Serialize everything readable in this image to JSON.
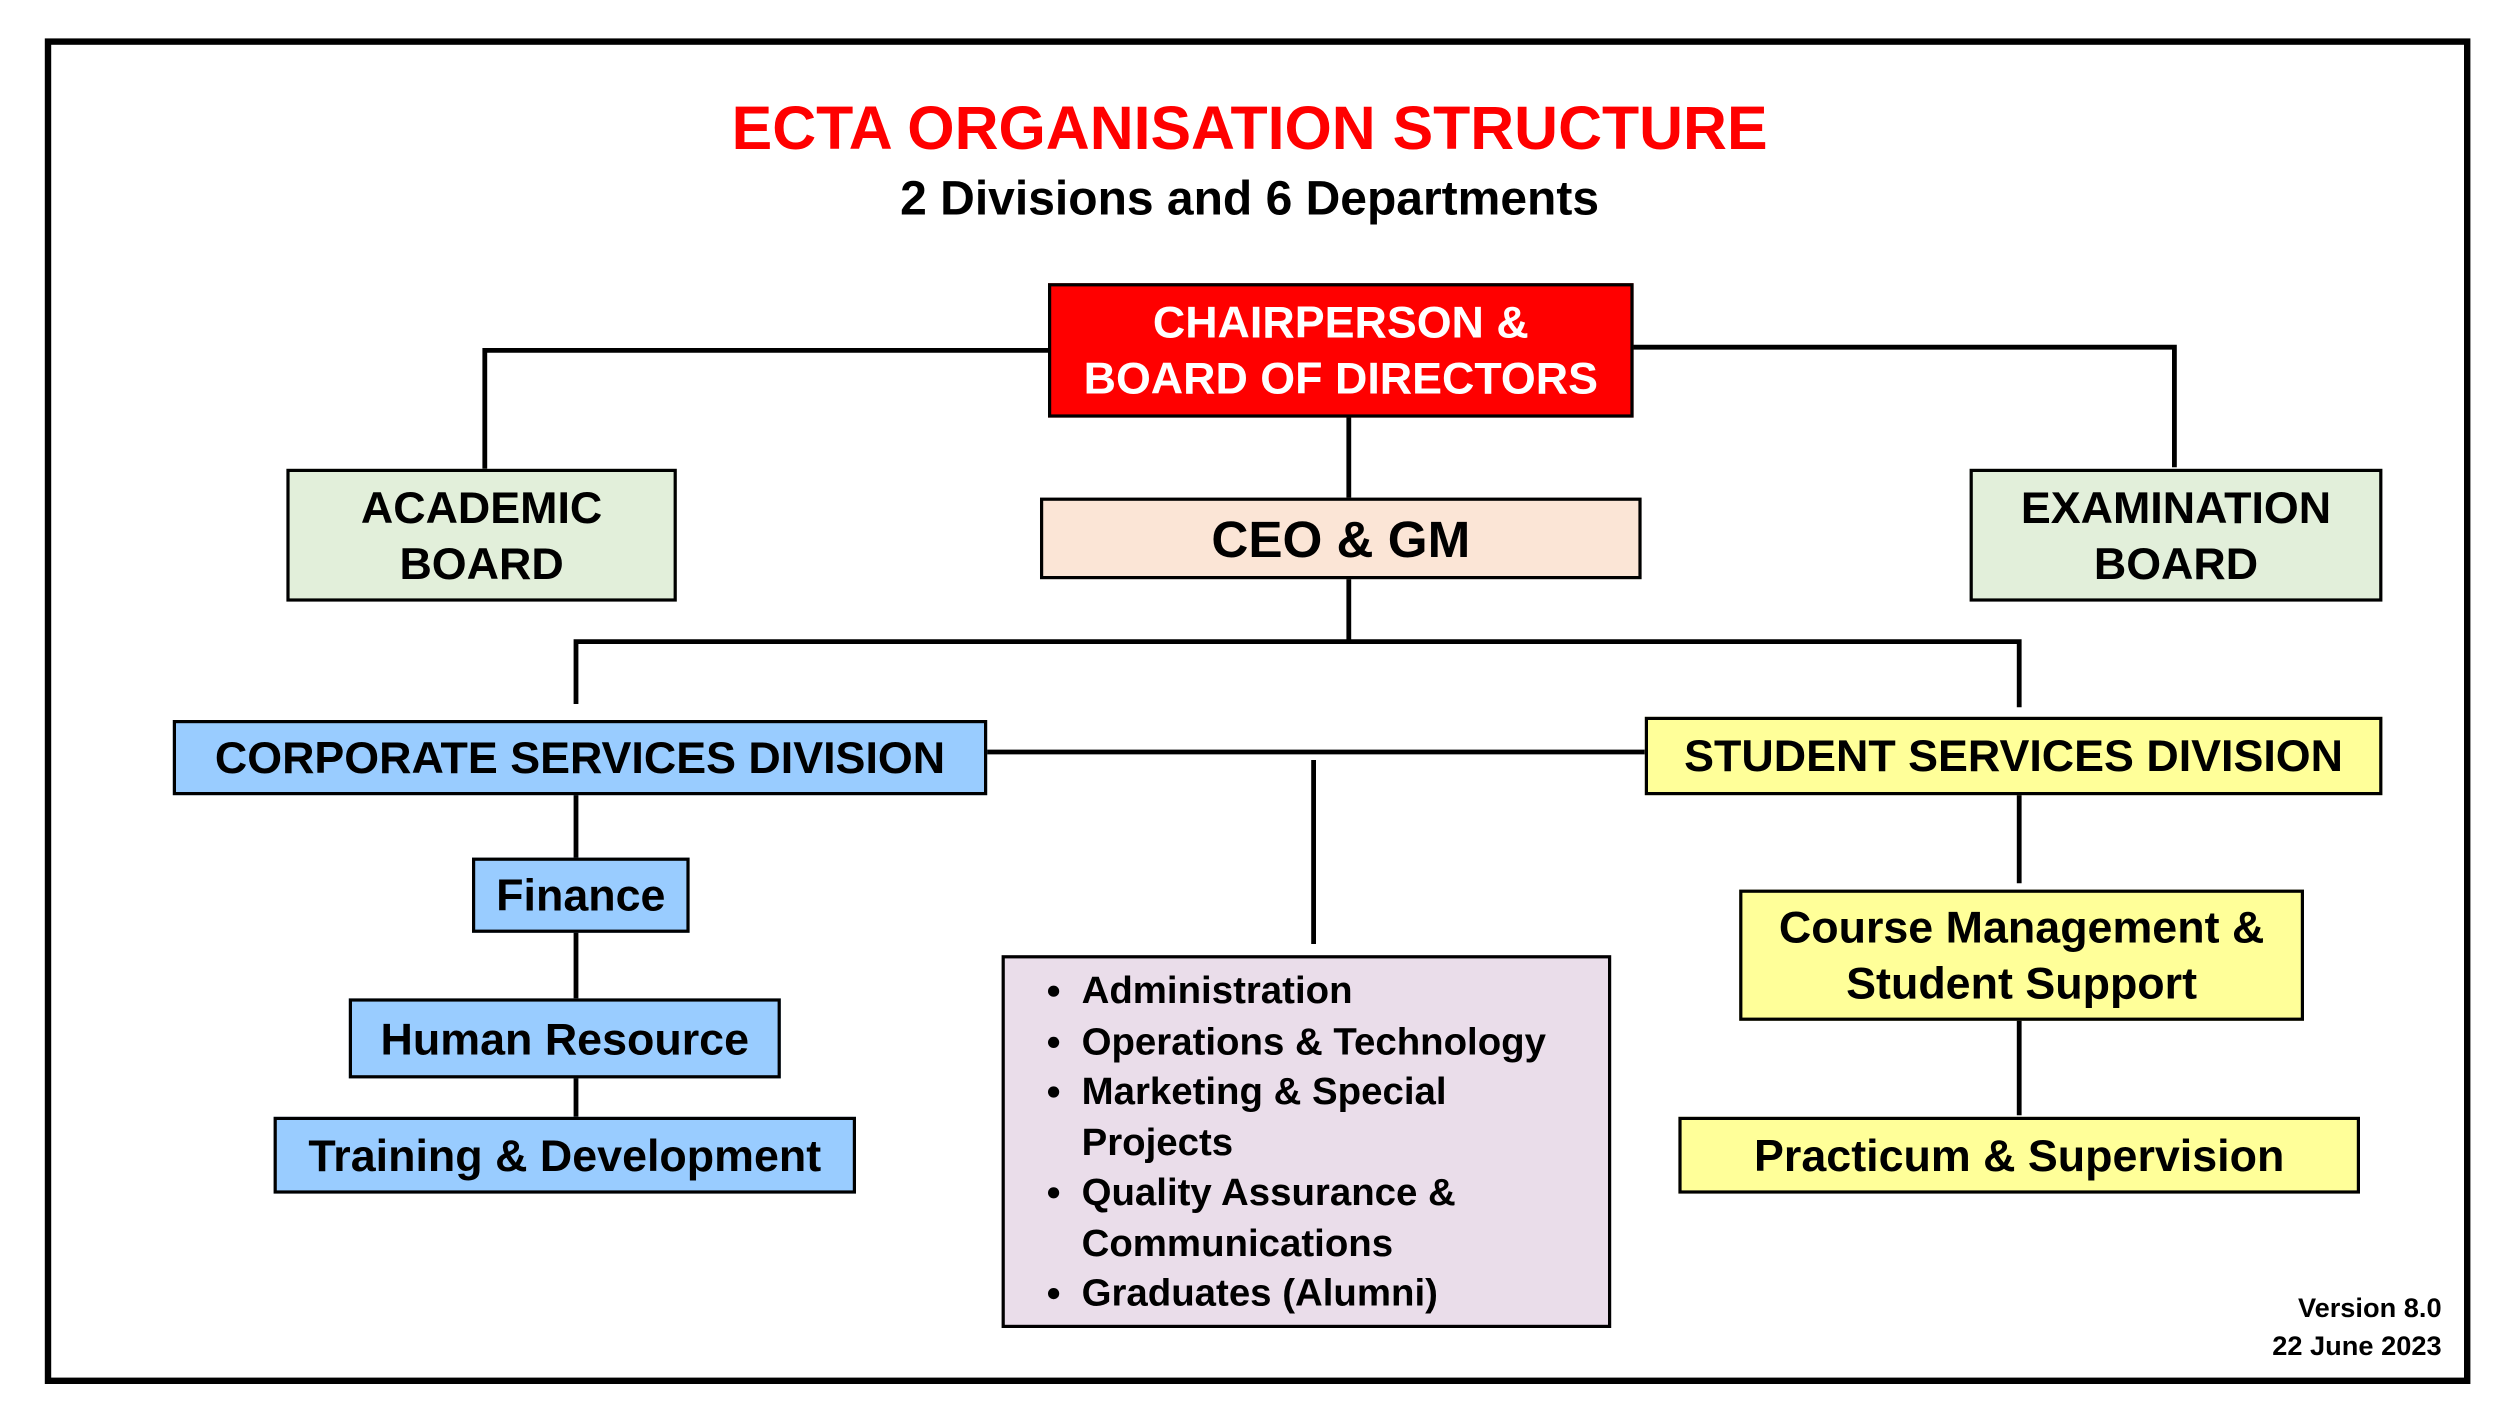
{
  "title": "ECTA ORGANISATION STRUCTURE",
  "subtitle": "2 Divisions and 6 Departments",
  "colors": {
    "title": "#FF0000",
    "chair": "#FF0000",
    "boards": "#E2EFDA",
    "ceo": "#FBE5D6",
    "corporate": "#99CCFF",
    "student": "#FFFF99",
    "shared": "#EADDEA"
  },
  "chair": {
    "line1": "CHAIRPERSON &",
    "line2": "BOARD OF DIRECTORS"
  },
  "academic_board": {
    "line1": "ACADEMIC",
    "line2": "BOARD"
  },
  "examination_board": {
    "line1": "EXAMINATION",
    "line2": "BOARD"
  },
  "ceo": "CEO & GM",
  "corporate": {
    "title": "CORPORATE SERVICES DIVISION",
    "departments": [
      "Finance",
      "Human Resource",
      "Training & Development"
    ]
  },
  "student": {
    "title": "STUDENT SERVICES DIVISION",
    "departments": [
      {
        "line1": "Course Management &",
        "line2": "Student Support"
      },
      "Practicum & Supervision"
    ]
  },
  "shared_units": [
    "Administration",
    "Operations & Technology",
    "Marketing & Special Projects",
    "Quality Assurance & Communications",
    "Graduates (Alumni)"
  ],
  "version": "Version 8.0",
  "date": "22 June 2023"
}
